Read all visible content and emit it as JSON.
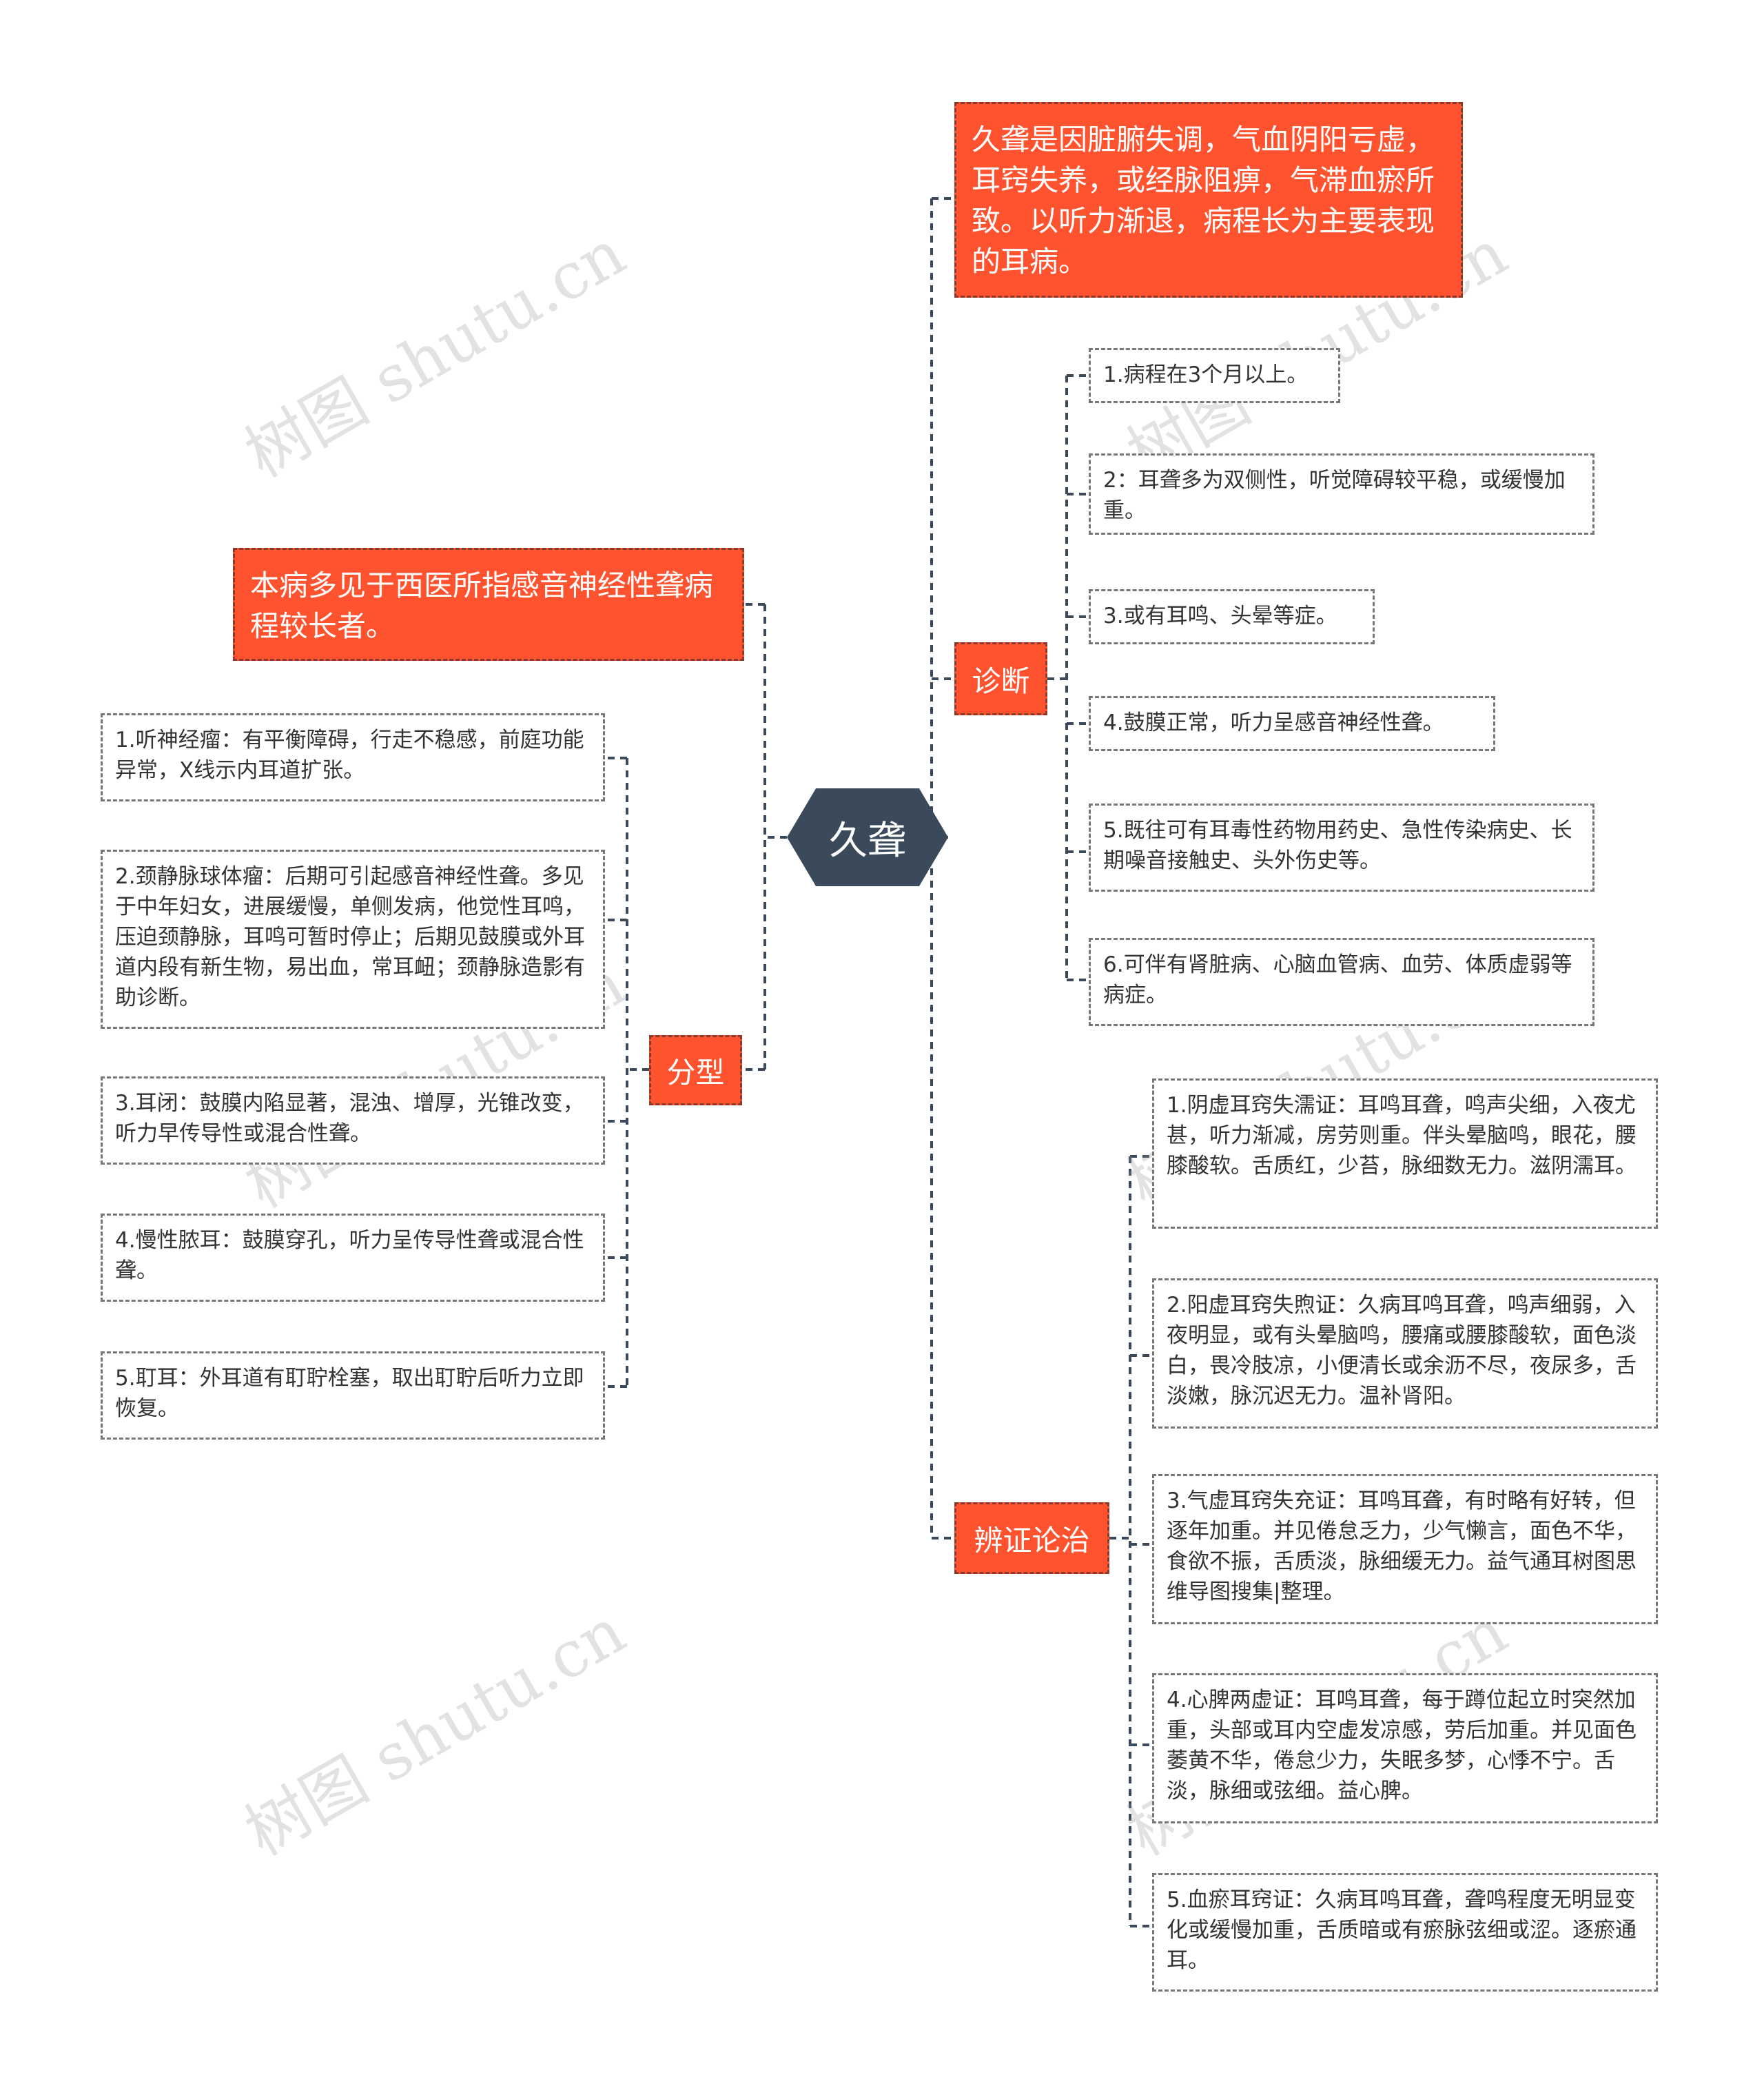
{
  "root": "久聋",
  "definition": "久聋是因脏腑失调，气血阴阳亏虚，耳窍失养，或经脉阻痹，气滞血瘀所致。以听力渐退，病程长为主要表现的耳病。",
  "note": "本病多见于西医所指感音神经性聋病程较长者。",
  "diagnosis": {
    "label": "诊断",
    "items": [
      "1.病程在3个月以上。",
      "2：耳聋多为双侧性，听觉障碍较平稳，或缓慢加重。",
      "3.或有耳鸣、头晕等症。",
      "4.鼓膜正常，听力呈感音神经性聋。",
      "5.既往可有耳毒性药物用药史、急性传染病史、长期噪音接触史、头外伤史等。",
      "6.可伴有肾脏病、心脑血管病、血劳、体质虚弱等病症。"
    ]
  },
  "typing": {
    "label": "分型",
    "items": [
      "1.听神经瘤：有平衡障碍，行走不稳感，前庭功能异常，X线示内耳道扩张。",
      "2.颈静脉球体瘤：后期可引起感音神经性聋。多见于中年妇女，进展缓慢，单侧发病，他觉性耳鸣，压迫颈静脉，耳鸣可暂时停止；后期见鼓膜或外耳道内段有新生物，易出血，常耳衄；颈静脉造影有助诊断。",
      "3.耳闭：鼓膜内陷显著，混浊、增厚，光锥改变，听力早传导性或混合性聋。",
      "4.慢性脓耳：鼓膜穿孔，听力呈传导性聋或混合性聋。",
      "5.耵耳：外耳道有耵聍栓塞，取出耵聍后听力立即恢复。"
    ]
  },
  "treatment": {
    "label": "辨证论治",
    "items": [
      "1.阴虚耳窍失濡证：耳鸣耳聋，鸣声尖细，入夜尤甚，听力渐减，房劳则重。伴头晕脑鸣，眼花，腰膝酸软。舌质红，少苔，脉细数无力。滋阴濡耳。",
      "2.阳虚耳窍失煦证：久病耳鸣耳聋，鸣声细弱，入夜明显，或有头晕脑鸣，腰痛或腰膝酸软，面色淡白，畏冷肢凉，小便清长或余沥不尽，夜尿多，舌淡嫩，脉沉迟无力。温补肾阳。",
      "3.气虚耳窍失充证：耳鸣耳聋，有时略有好转，但逐年加重。并见倦怠乏力，少气懒言，面色不华，食欲不振，舌质淡，脉细缓无力。益气通耳树图思维导图搜集|整理。",
      "4.心脾两虚证：耳鸣耳聋，每于蹲位起立时突然加重，头部或耳内空虚发凉感，劳后加重。并见面色萎黄不华，倦怠少力，失眠多梦，心悸不宁。舌淡，脉细或弦细。益心脾。",
      "5.血瘀耳窍证：久病耳鸣耳聋，聋鸣程度无明显变化或缓慢加重，舌质暗或有瘀脉弦细或涩。逐瘀通耳。"
    ]
  },
  "watermark": "树图 shutu.cn",
  "colors": {
    "accent": "#ff5330",
    "root": "#3a4a5a",
    "line": "#3a4a5a"
  }
}
